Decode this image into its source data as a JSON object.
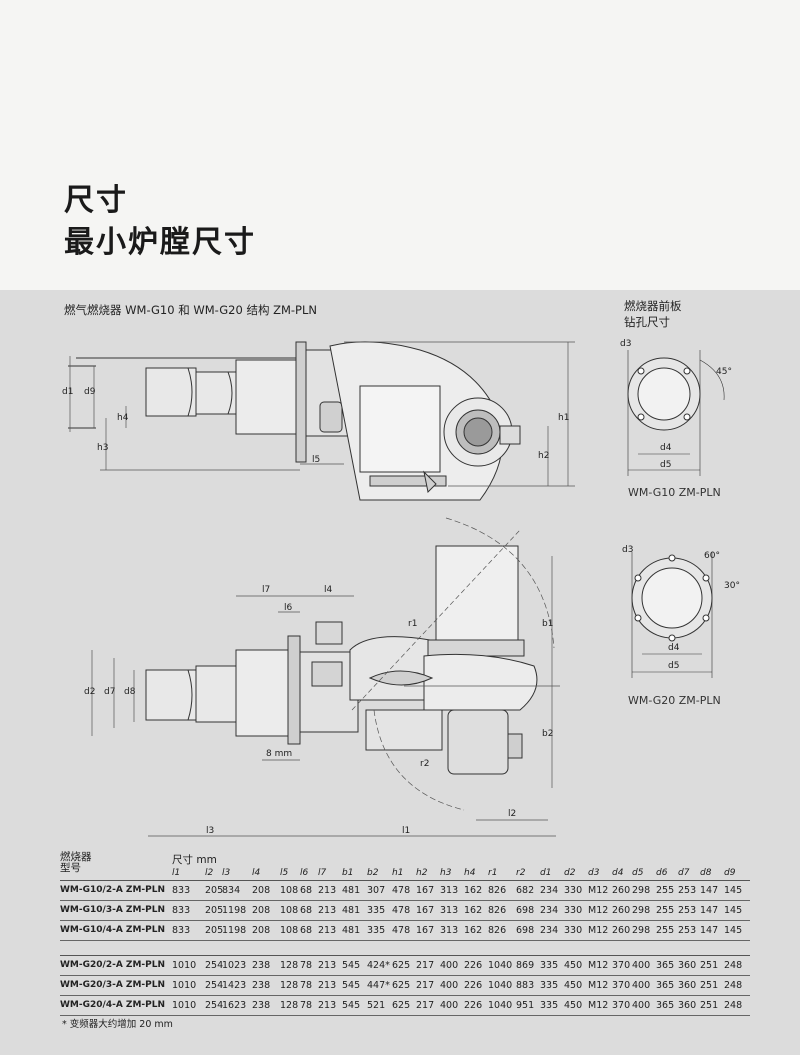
{
  "titles": [
    "尺寸",
    "最小炉膛尺寸"
  ],
  "diagram": {
    "title": "燃气燃烧器 WM-G10 和 WM-G20 结构 ZM-PLN",
    "side_title": [
      "燃烧器前板",
      "钻孔尺寸"
    ],
    "caption_g10": "WM-G10 ZM-PLN",
    "caption_g20": "WM-G20 ZM-PLN",
    "dim_labels": {
      "d1": "d1",
      "d9": "d9",
      "h4": "h4",
      "h3": "h3",
      "l5": "l5",
      "h2": "h2",
      "h1": "h1",
      "l7": "l7",
      "l6": "l6",
      "l4": "l4",
      "r1": "r1",
      "b1": "b1",
      "d2": "d2",
      "d7": "d7",
      "d8": "d8",
      "b2": "b2",
      "r2": "r2",
      "mm8": "8 mm",
      "l2": "l2",
      "l3": "l3",
      "l1": "l1",
      "d3": "d3",
      "d4": "d4",
      "d5": "d5",
      "a45": "45°",
      "a60": "60°",
      "a30": "30°"
    }
  },
  "table": {
    "header_model": [
      "燃烧器",
      "型号"
    ],
    "header_unit": "尺寸 mm",
    "columns": [
      "l1",
      "l2",
      "l3",
      "l4",
      "l5",
      "l6",
      "l7",
      "b1",
      "b2",
      "h1",
      "h2",
      "h3",
      "h4",
      "r1",
      "r2",
      "d1",
      "d2",
      "d3",
      "d4",
      "d5",
      "d6",
      "d7",
      "d8",
      "d9"
    ],
    "rows": [
      {
        "model": "WM-G10/2-A ZM-PLN",
        "values": [
          "833",
          "205",
          "834",
          "208",
          "108",
          "68",
          "213",
          "481",
          "307",
          "478",
          "167",
          "313",
          "162",
          "826",
          "682",
          "234",
          "330",
          "M12",
          "260",
          "298",
          "255",
          "253",
          "147",
          "145"
        ]
      },
      {
        "model": "WM-G10/3-A ZM-PLN",
        "values": [
          "833",
          "205",
          "1198",
          "208",
          "108",
          "68",
          "213",
          "481",
          "335",
          "478",
          "167",
          "313",
          "162",
          "826",
          "698",
          "234",
          "330",
          "M12",
          "260",
          "298",
          "255",
          "253",
          "147",
          "145"
        ]
      },
      {
        "model": "WM-G10/4-A ZM-PLN",
        "values": [
          "833",
          "205",
          "1198",
          "208",
          "108",
          "68",
          "213",
          "481",
          "335",
          "478",
          "167",
          "313",
          "162",
          "826",
          "698",
          "234",
          "330",
          "M12",
          "260",
          "298",
          "255",
          "253",
          "147",
          "145"
        ]
      },
      {
        "model": "WM-G20/2-A ZM-PLN",
        "values": [
          "1010",
          "254",
          "1023",
          "238",
          "128",
          "78",
          "213",
          "545",
          "424*",
          "625",
          "217",
          "400",
          "226",
          "1040",
          "869",
          "335",
          "450",
          "M12",
          "370",
          "400",
          "365",
          "360",
          "251",
          "248"
        ]
      },
      {
        "model": "WM-G20/3-A ZM-PLN",
        "values": [
          "1010",
          "254",
          "1423",
          "238",
          "128",
          "78",
          "213",
          "545",
          "447*",
          "625",
          "217",
          "400",
          "226",
          "1040",
          "883",
          "335",
          "450",
          "M12",
          "370",
          "400",
          "365",
          "360",
          "251",
          "248"
        ]
      },
      {
        "model": "WM-G20/4-A ZM-PLN",
        "values": [
          "1010",
          "254",
          "1623",
          "238",
          "128",
          "78",
          "213",
          "545",
          "521",
          "625",
          "217",
          "400",
          "226",
          "1040",
          "951",
          "335",
          "450",
          "M12",
          "370",
          "400",
          "365",
          "360",
          "251",
          "248"
        ]
      }
    ],
    "footnote": "* 变频器大约增加 20 mm"
  }
}
